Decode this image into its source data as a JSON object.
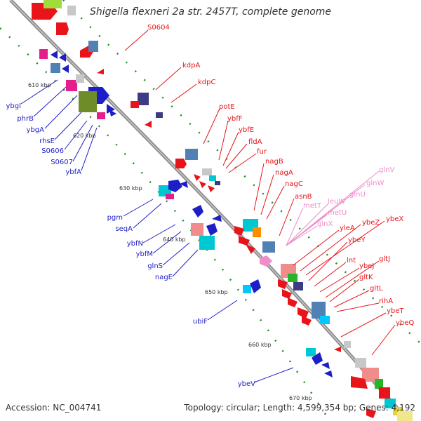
{
  "title": "Shigella flexneri 2a str. 2457T, complete genome",
  "accession": "Accession: NC_004741",
  "topology": "Topology: circular; Length: 4,599,354 bp; Genes: 4,192",
  "kbp_labels": [
    "610 kbp",
    "620 kbp",
    "630 kbp",
    "640 kbp",
    "650 kbp",
    "660 kbp",
    "670 kbp"
  ],
  "left_labels": [
    "ybgI",
    "phrB",
    "ybgA",
    "rhsE",
    "S0606",
    "S0607",
    "ybfA",
    "pgm",
    "seqA",
    "ybfN",
    "ybfM",
    "glnS",
    "nagE",
    "ubiF",
    "ybeV"
  ],
  "right_red_labels": [
    "S0604",
    "kdpA",
    "kdpC",
    "potE",
    "ybfF",
    "ybfE",
    "fldA",
    "fur",
    "nagB",
    "nagA",
    "nagC",
    "asnB",
    "yleA",
    "ybeZ",
    "ybeX",
    "ybeY",
    "lnt",
    "ybeJ",
    "gltJ",
    "gltK",
    "gltL",
    "rihA",
    "ybeT",
    "ybeQ"
  ],
  "rna_labels": [
    "glnV",
    "glnW",
    "leuW",
    "glnU",
    "metT",
    "metU",
    "glnX"
  ],
  "colors": {
    "forward_gene": "#e8141a",
    "reverse_gene": "#1e1ec8",
    "rna": "#f08cc8",
    "backbone": "#8c8c8c",
    "tick": "#1f8c1f"
  }
}
